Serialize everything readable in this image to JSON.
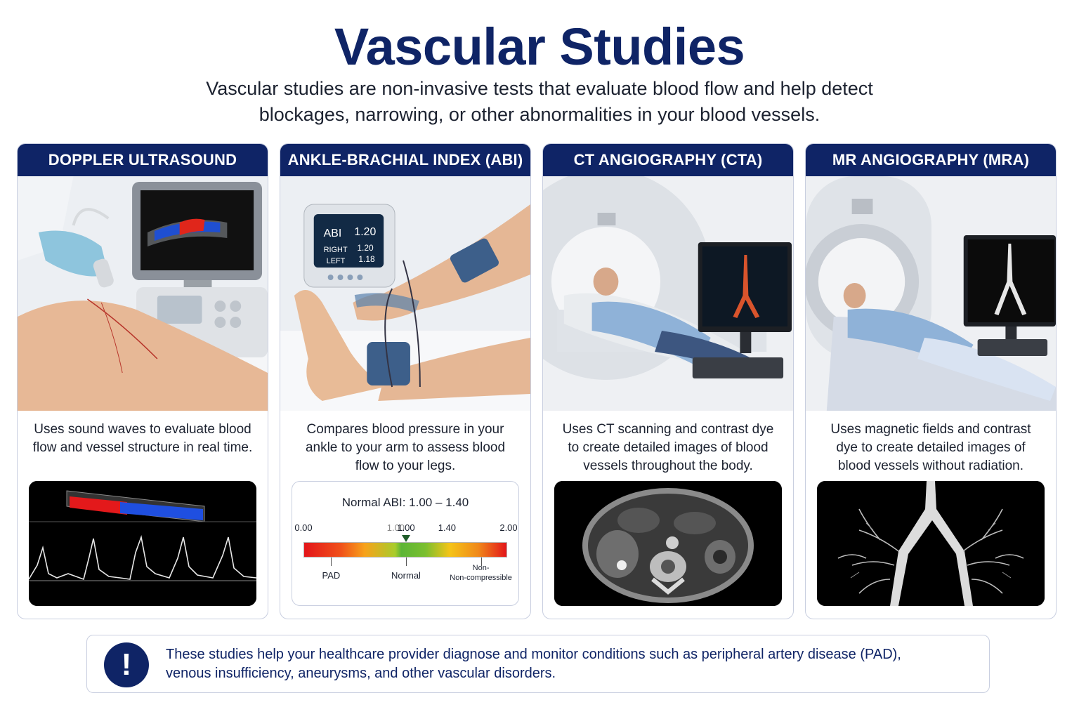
{
  "header": {
    "title": "Vascular Studies",
    "subtitle_line1": "Vascular studies are non-invasive tests that evaluate blood flow and help detect",
    "subtitle_line2": "blockages, narrowing, or other abnormalities in your blood vessels."
  },
  "cards": [
    {
      "title": "DOPPLER ULTRASOUND",
      "description": "Uses sound waves to evaluate blood flow and vessel structure in real time.",
      "photo": "doppler-ultrasound-exam-photo",
      "visual": "doppler-waveform-image"
    },
    {
      "title": "ANKLE-BRACHIAL INDEX (ABI)",
      "description": "Compares blood pressure in your ankle to your arm to assess blood flow to your legs.",
      "photo": "abi-cuff-exam-photo",
      "monitor": {
        "abi_label": "ABI",
        "abi_value": "1.20",
        "right_label": "RIGHT",
        "right_value": "1.20",
        "left_label": "LEFT",
        "left_value": "1.18"
      },
      "scale": {
        "title": "Normal ABI: 1.00 – 1.40",
        "ticks": [
          "0.00",
          "1.00",
          "1.00",
          "1.40",
          "2.00"
        ],
        "tick_values": [
          0.0,
          0.9,
          1.0,
          1.4,
          2.0
        ],
        "marker_value": 1.0,
        "range": [
          0,
          2
        ],
        "labels": [
          {
            "text": "PAD",
            "value": 0.27
          },
          {
            "text": "Normal",
            "value": 1.0
          },
          {
            "text": "Non-\nNon-compressible",
            "value": 1.73
          }
        ]
      }
    },
    {
      "title": "CT ANGIOGRAPHY (CTA)",
      "description": "Uses CT scanning and contrast dye to create detailed images of blood vessels throughout the body.",
      "photo": "ct-scanner-photo",
      "visual": "ct-axial-scan-image"
    },
    {
      "title": "MR ANGIOGRAPHY (MRA)",
      "description": "Uses magnetic fields and contrast dye to create detailed images of blood vessels without radiation.",
      "photo": "mri-scanner-photo",
      "visual": "mra-vessel-image"
    }
  ],
  "note": {
    "icon": "exclamation-icon",
    "line1": "These studies help your healthcare provider diagnose and monitor conditions such as peripheral artery disease (PAD),",
    "line2": "venous insufficiency, aneurysms, and other vascular disorders."
  },
  "colors": {
    "navy": "#0f2466",
    "border": "#c9cfe0"
  }
}
